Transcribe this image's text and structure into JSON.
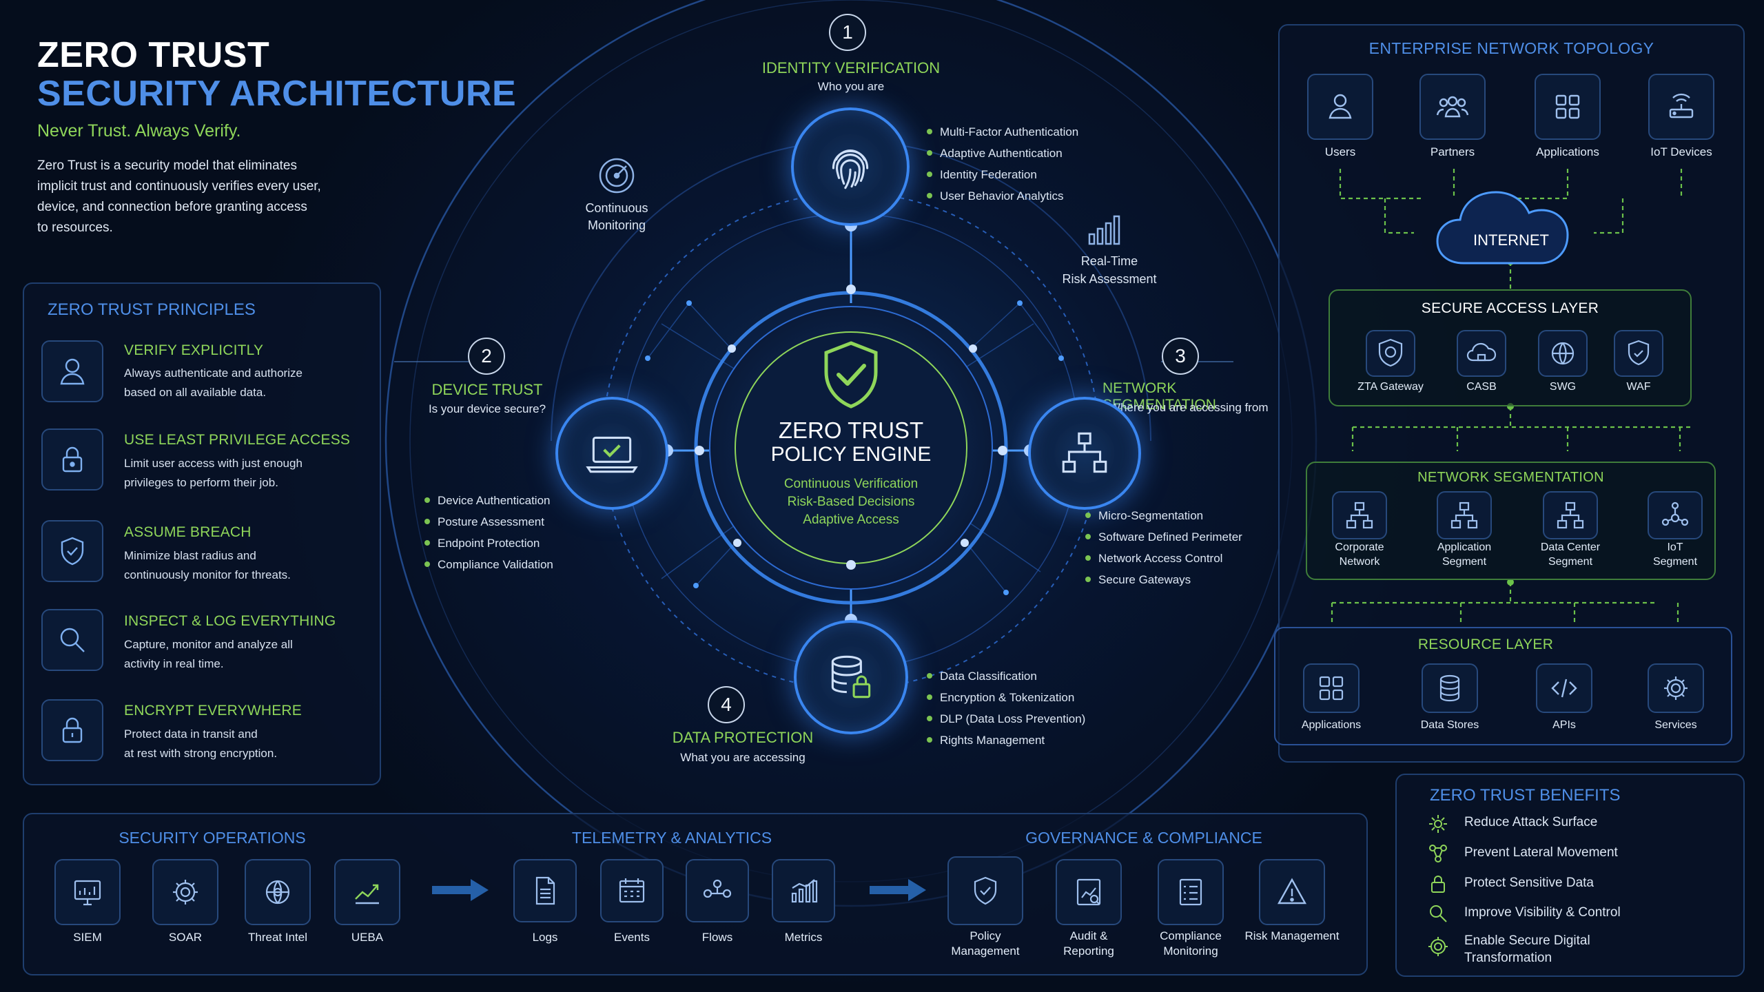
{
  "header": {
    "title_line1": "ZERO TRUST",
    "title_line2": "SECURITY ARCHITECTURE",
    "tagline": "Never Trust. Always Verify.",
    "intro": [
      "Zero Trust is a security model that eliminates",
      "implicit trust and continuously verifies every user,",
      "device, and connection before granting access",
      "to resources."
    ]
  },
  "principles": {
    "title": "ZERO TRUST PRINCIPLES",
    "items": [
      {
        "icon": "user-icon",
        "title": "VERIFY EXPLICITLY",
        "desc1": "Always authenticate and authorize",
        "desc2": "based on all available data."
      },
      {
        "icon": "lock-icon",
        "title": "USE LEAST PRIVILEGE ACCESS",
        "desc1": "Limit user access with just enough",
        "desc2": "privileges to perform their job."
      },
      {
        "icon": "shield-check-icon",
        "title": "ASSUME BREACH",
        "desc1": "Minimize blast radius and",
        "desc2": "continuously monitor for threats."
      },
      {
        "icon": "magnifier-icon",
        "title": "INSPECT & LOG EVERYTHING",
        "desc1": "Capture, monitor and analyze all",
        "desc2": "activity in real time."
      },
      {
        "icon": "padlock-icon",
        "title": "ENCRYPT EVERYWHERE",
        "desc1": "Protect data in transit and",
        "desc2": "at rest with strong encryption."
      }
    ]
  },
  "engine": {
    "title1": "ZERO TRUST",
    "title2": "POLICY ENGINE",
    "lines": [
      "Continuous Verification",
      "Risk-Based Decisions",
      "Adaptive Access"
    ]
  },
  "pillars": {
    "identity": {
      "num": "1",
      "title": "IDENTITY VERIFICATION",
      "sub": "Who you are",
      "bullets": [
        "Multi-Factor Authentication",
        "Adaptive Authentication",
        "Identity Federation",
        "User Behavior Analytics"
      ]
    },
    "device": {
      "num": "2",
      "title": "DEVICE TRUST",
      "sub": "Is your device secure?",
      "bullets": [
        "Device Authentication",
        "Posture Assessment",
        "Endpoint Protection",
        "Compliance Validation"
      ]
    },
    "network": {
      "num": "3",
      "title": "NETWORK SEGMENTATION",
      "sub": "Where you are accessing from",
      "bullets": [
        "Micro-Segmentation",
        "Software Defined Perimeter",
        "Network Access Control",
        "Secure Gateways"
      ]
    },
    "data": {
      "num": "4",
      "title": "DATA PROTECTION",
      "sub": "What you are accessing",
      "bullets": [
        "Data Classification",
        "Encryption & Tokenization",
        "DLP (Data Loss Prevention)",
        "Rights Management"
      ]
    }
  },
  "side_features": {
    "monitoring": [
      "Continuous",
      "Monitoring"
    ],
    "risk": [
      "Real-Time",
      "Risk Assessment"
    ]
  },
  "topology": {
    "title": "ENTERPRISE NETWORK TOPOLOGY",
    "sources": [
      "Users",
      "Partners",
      "Applications",
      "IoT Devices"
    ],
    "internet": "INTERNET",
    "secure_access": {
      "title": "SECURE ACCESS LAYER",
      "items": [
        "ZTA Gateway",
        "CASB",
        "SWG",
        "WAF"
      ]
    },
    "segmentation": {
      "title": "NETWORK SEGMENTATION",
      "items": [
        [
          "Corporate",
          "Network"
        ],
        [
          "Application",
          "Segment"
        ],
        [
          "Data Center",
          "Segment"
        ],
        [
          "IoT",
          "Segment"
        ]
      ]
    },
    "resource": {
      "title": "RESOURCE LAYER",
      "items": [
        "Applications",
        "Data Stores",
        "APIs",
        "Services"
      ]
    }
  },
  "bottom": {
    "secops": {
      "title": "SECURITY OPERATIONS",
      "items": [
        "SIEM",
        "SOAR",
        "Threat Intel",
        "UEBA"
      ]
    },
    "telemetry": {
      "title": "TELEMETRY & ANALYTICS",
      "items": [
        "Logs",
        "Events",
        "Flows",
        "Metrics"
      ]
    },
    "governance": {
      "title": "GOVERNANCE & COMPLIANCE",
      "items": [
        [
          "Policy",
          "Management"
        ],
        [
          "Audit &",
          "Reporting"
        ],
        [
          "Compliance",
          "Monitoring"
        ],
        [
          "Risk Management",
          ""
        ]
      ]
    }
  },
  "benefits": {
    "title": "ZERO TRUST BENEFITS",
    "items": [
      "Reduce Attack Surface",
      "Prevent Lateral Movement",
      "Protect Sensitive Data",
      "Improve Visibility & Control",
      "Enable Secure Digital",
      "Transformation"
    ]
  },
  "colors": {
    "accent_blue": "#3a86f0",
    "accent_green": "#8fd65a",
    "background": "#06101f"
  }
}
